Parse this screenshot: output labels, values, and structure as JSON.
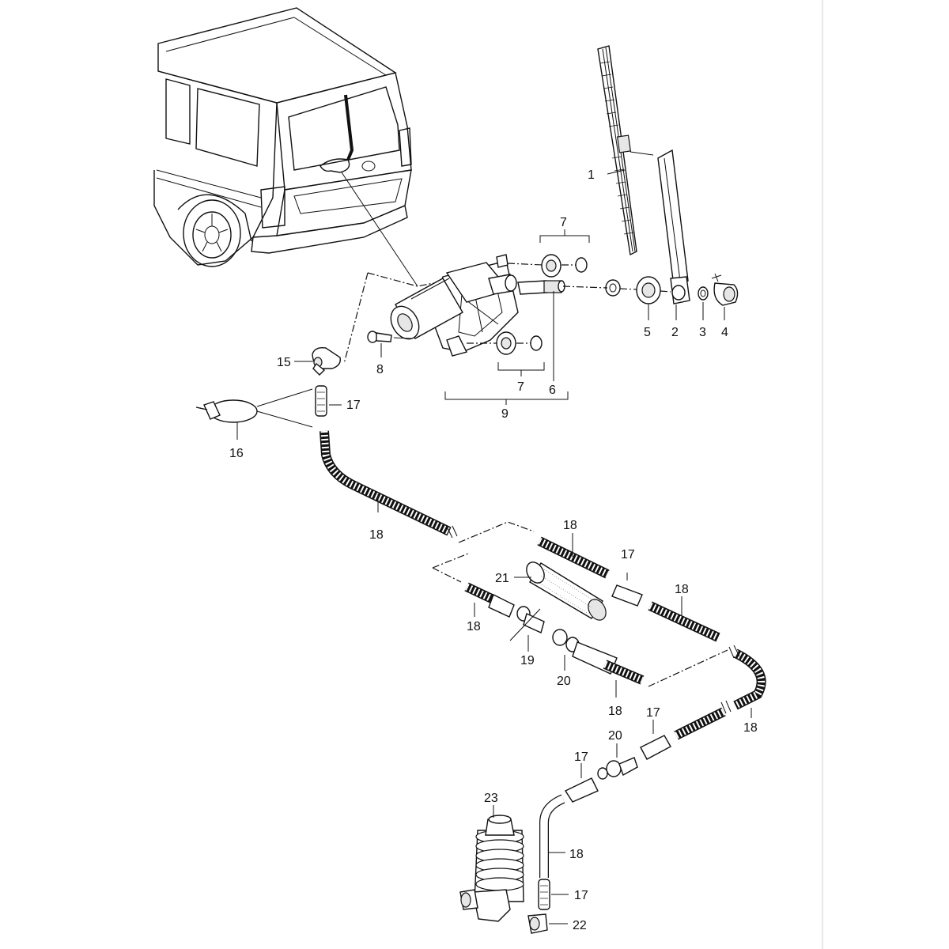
{
  "callouts": [
    {
      "id": "c1",
      "text": "1"
    },
    {
      "id": "c2",
      "text": "2"
    },
    {
      "id": "c3",
      "text": "3"
    },
    {
      "id": "c4",
      "text": "4"
    },
    {
      "id": "c5",
      "text": "5"
    },
    {
      "id": "c6",
      "text": "6"
    },
    {
      "id": "c7a",
      "text": "7"
    },
    {
      "id": "c7b",
      "text": "7"
    },
    {
      "id": "c8",
      "text": "8"
    },
    {
      "id": "c9",
      "text": "9"
    },
    {
      "id": "c15",
      "text": "15"
    },
    {
      "id": "c16",
      "text": "16"
    },
    {
      "id": "c17a",
      "text": "17"
    },
    {
      "id": "c17b",
      "text": "17"
    },
    {
      "id": "c17c",
      "text": "17"
    },
    {
      "id": "c17d",
      "text": "17"
    },
    {
      "id": "c17e",
      "text": "17"
    },
    {
      "id": "c18a",
      "text": "18"
    },
    {
      "id": "c18b",
      "text": "18"
    },
    {
      "id": "c18c",
      "text": "18"
    },
    {
      "id": "c18d",
      "text": "18"
    },
    {
      "id": "c18e",
      "text": "18"
    },
    {
      "id": "c18f",
      "text": "18"
    },
    {
      "id": "c18g",
      "text": "18"
    },
    {
      "id": "c19",
      "text": "19"
    },
    {
      "id": "c20a",
      "text": "20"
    },
    {
      "id": "c20b",
      "text": "20"
    },
    {
      "id": "c21",
      "text": "21"
    },
    {
      "id": "c22",
      "text": "22"
    },
    {
      "id": "c23",
      "text": "23"
    }
  ]
}
